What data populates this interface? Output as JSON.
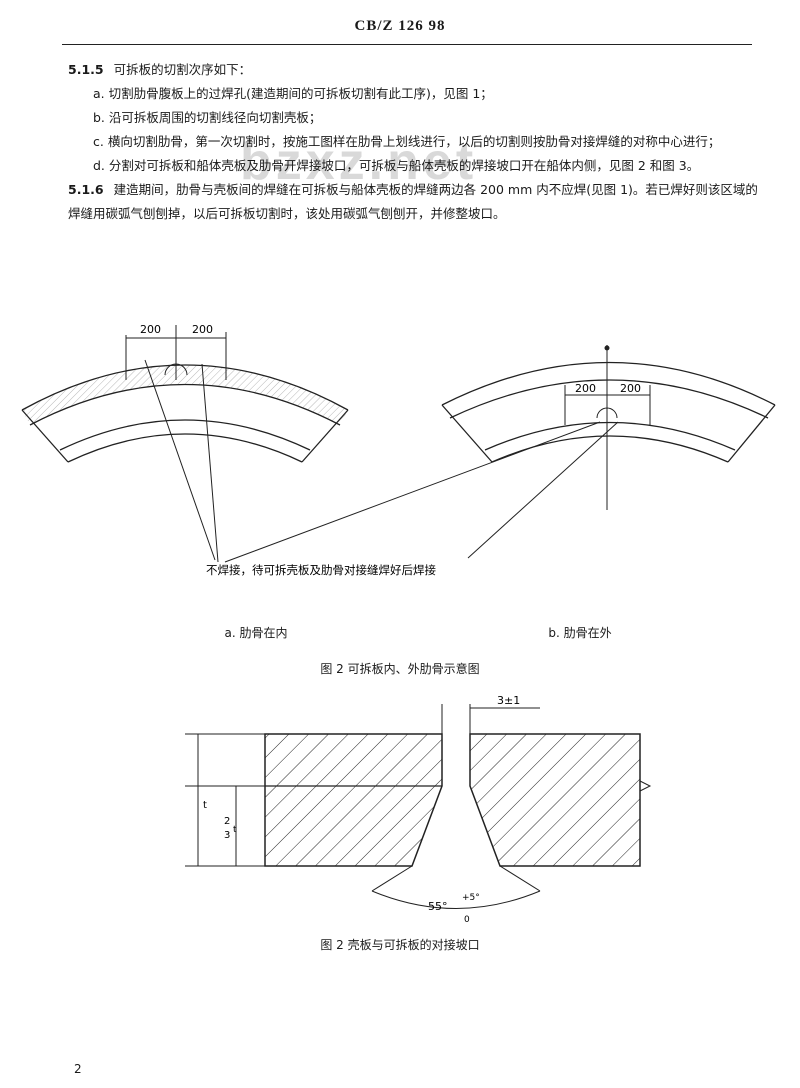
{
  "header": {
    "code": "CB/Z 126 98"
  },
  "paragraphs": {
    "p515_num": "5.1.5",
    "p515_text": "可拆板的切割次序如下：",
    "item_a": "a. 切割肋骨腹板上的过焊孔(建造期间的可拆板切割有此工序)，见图 1；",
    "item_b": "b. 沿可拆板周围的切割线径向切割壳板；",
    "item_c": "c. 横向切割肋骨，第一次切割时，按施工图样在肋骨上划线进行，以后的切割则按肋骨对接焊缝的对称中心进行；",
    "item_d": "d. 分割对可拆板和船体壳板及肋骨开焊接坡口，可拆板与船体壳板的焊接坡口开在船体内侧，见图 2 和图 3。",
    "p516_num": "5.1.6",
    "p516_text": "建造期间，肋骨与壳板间的焊缝在可拆板与船体壳板的焊缝两边各 200 mm 内不应焊(见图 1)。若已焊好则该区域的焊缝用碳弧气刨刨掉，以后可拆板切割时，该处用碳弧气刨刨开，并修整坡口。"
  },
  "watermark": "bzxz.net",
  "figure2": {
    "dim_left_a": "200",
    "dim_right_a": "200",
    "dim_left_b": "200",
    "dim_right_b": "200",
    "note": "不焊接，待可拆壳板及肋骨对接缝焊好后焊接",
    "sub_a": "a. 肋骨在内",
    "sub_b": "b. 肋骨在外",
    "caption": "图 2  可拆板内、外肋骨示意图"
  },
  "figure3": {
    "gap": "3±1",
    "thickness": "t",
    "frac_num": "2",
    "frac_den": "3",
    "frac_t": "t",
    "angle": "55°",
    "tol_upper": "+5°",
    "tol_lower": "0",
    "caption": "图 2  壳板与可拆板的对接坡口"
  },
  "page_number": "2"
}
